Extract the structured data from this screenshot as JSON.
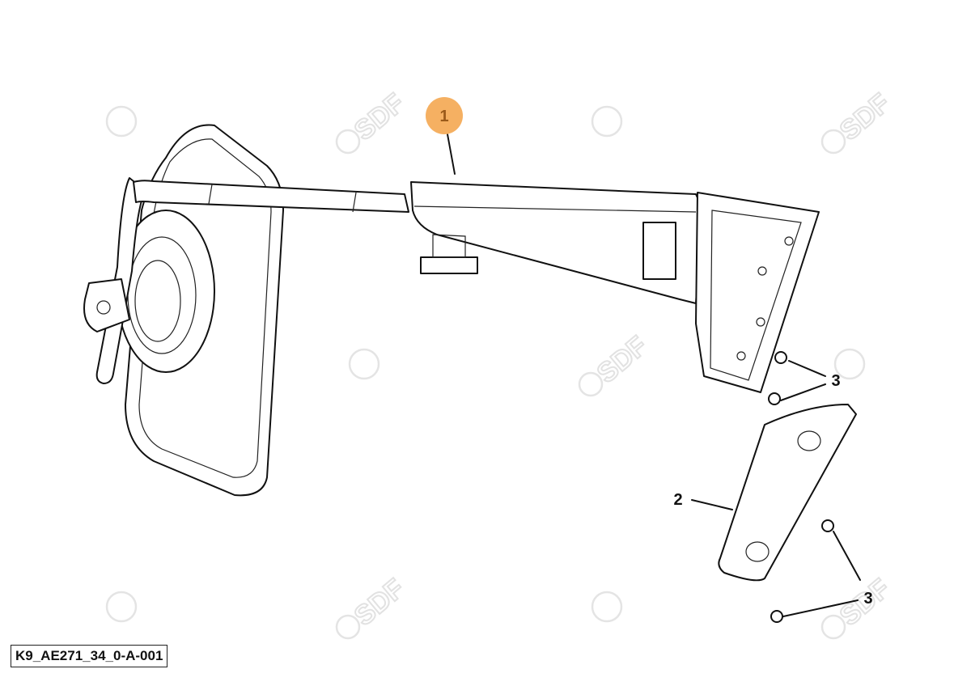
{
  "diagram": {
    "reference_code": "K9_AE271_34_0-A-001",
    "watermark_text": "SDF",
    "highlight_color": "#F5B062",
    "callouts": [
      {
        "label": "1",
        "part": "mirror-arm-assembly",
        "highlighted": true
      },
      {
        "label": "2",
        "part": "cover-plate"
      },
      {
        "label": "3",
        "part": "screw"
      },
      {
        "label": "3",
        "part": "screw"
      }
    ]
  }
}
